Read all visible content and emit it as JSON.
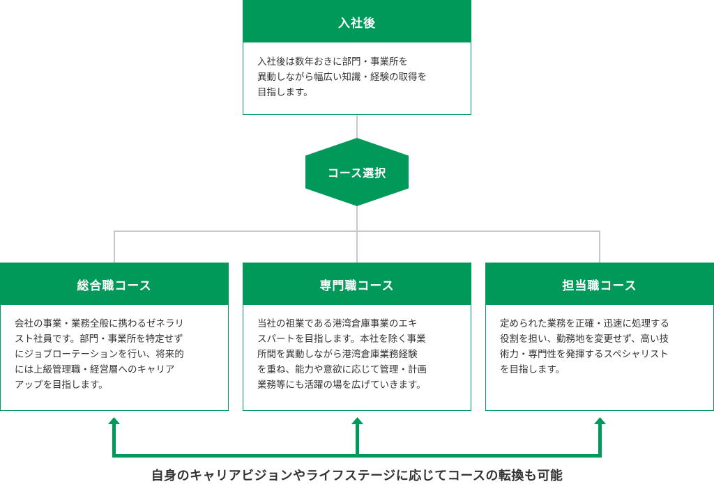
{
  "top_box": {
    "title": "入社後",
    "lines": [
      "入社後は数年おきに部門・事業所を",
      "異動しながら幅広い知識・経験の取得を",
      "目指します。"
    ]
  },
  "selector": {
    "label": "コース選択"
  },
  "courses": [
    {
      "title": "総合職コース",
      "lines": [
        "会社の事業・業務全般に携わるゼネラリ",
        "スト社員です。部門・事業所を特定せず",
        "にジョブローテーションを行い、将来的",
        "には上級管理職・経営層へのキャリア",
        "アップを目指します。"
      ]
    },
    {
      "title": "専門職コース",
      "lines": [
        "当社の祖業である港湾倉庫事業のエキ",
        "スパートを目指します。本社を除く事業",
        "所間を異動しながら港湾倉庫業務経験",
        "を重ね、能力や意欲に応じて管理・計画",
        "業務等にも活躍の場を広げていきます。"
      ]
    },
    {
      "title": "担当職コース",
      "lines": [
        "定められた業務を正確・迅速に処理する",
        "役割を担い、勤務地を変更せず、高い技",
        "術力・専門性を発揮するスペシャリスト",
        "を目指します。"
      ]
    }
  ],
  "footer": {
    "caption": "自身のキャリアビジョンやライフステージに応じてコースの転換も可能"
  },
  "colors": {
    "accent": "#00995a",
    "connector": "#c8c8c8",
    "text": "#333333"
  }
}
